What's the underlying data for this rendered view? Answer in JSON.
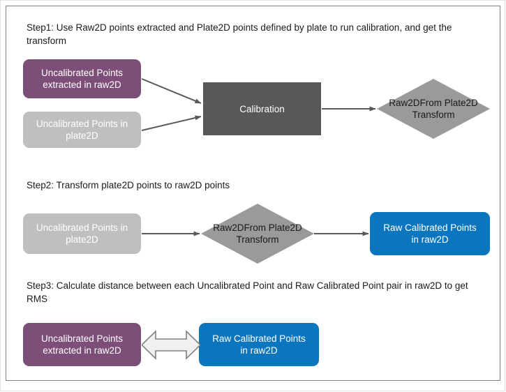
{
  "diagram": {
    "title": "Calibration workflow diagram",
    "colors": {
      "purple": "#7d4f78",
      "gray": "#bfbfbf",
      "dark_gray": "#585858",
      "blue": "#0b76be",
      "diamond_gray": "#9a9a9a",
      "arrow_gray": "#595959",
      "double_arrow_fill": "#f0f0f0",
      "double_arrow_stroke": "#808080",
      "frame": "#7f7f7f",
      "text": "#1a1a1a"
    },
    "steps": [
      {
        "id": "step1",
        "text": "Step1: Use Raw2D points extracted and Plate2D points defined by plate to run calibration, and get the transform"
      },
      {
        "id": "step2",
        "text": "Step2: Transform plate2D points to raw2D points"
      },
      {
        "id": "step3",
        "text": "Step3: Calculate distance between each Uncalibrated Point and Raw Calibrated Point pair in raw2D to get RMS"
      }
    ],
    "nodes": {
      "s1_uncal_raw": {
        "line1": "Uncalibrated Points",
        "line2": "extracted in raw2D"
      },
      "s1_uncal_plate": {
        "line1": "Uncalibrated Points in",
        "line2": "plate2D"
      },
      "s1_calibration": {
        "line1": "Calibration"
      },
      "s1_transform": {
        "line1": "Raw2DFrom",
        "line2": "Plate2D",
        "line3": "Transform"
      },
      "s2_uncal_plate": {
        "line1": "Uncalibrated Points in",
        "line2": "plate2D"
      },
      "s2_transform": {
        "line1": "Raw2DFrom",
        "line2": "Plate2D",
        "line3": "Transform"
      },
      "s2_raw_cal": {
        "line1": "Raw Calibrated Points",
        "line2": "in raw2D"
      },
      "s3_uncal_raw": {
        "line1": "Uncalibrated Points",
        "line2": "extracted in raw2D"
      },
      "s3_raw_cal": {
        "line1": "Raw Calibrated Points",
        "line2": "in raw2D"
      }
    },
    "connectors": [
      {
        "id": "c1",
        "from": "s1_uncal_raw",
        "to": "s1_calibration",
        "kind": "arrow"
      },
      {
        "id": "c2",
        "from": "s1_uncal_plate",
        "to": "s1_calibration",
        "kind": "arrow"
      },
      {
        "id": "c3",
        "from": "s1_calibration",
        "to": "s1_transform",
        "kind": "arrow"
      },
      {
        "id": "c4",
        "from": "s2_uncal_plate",
        "to": "s2_transform",
        "kind": "arrow"
      },
      {
        "id": "c5",
        "from": "s2_transform",
        "to": "s2_raw_cal",
        "kind": "arrow"
      },
      {
        "id": "c6",
        "from": "s3_uncal_raw",
        "to": "s3_raw_cal",
        "kind": "double-arrow"
      }
    ]
  }
}
